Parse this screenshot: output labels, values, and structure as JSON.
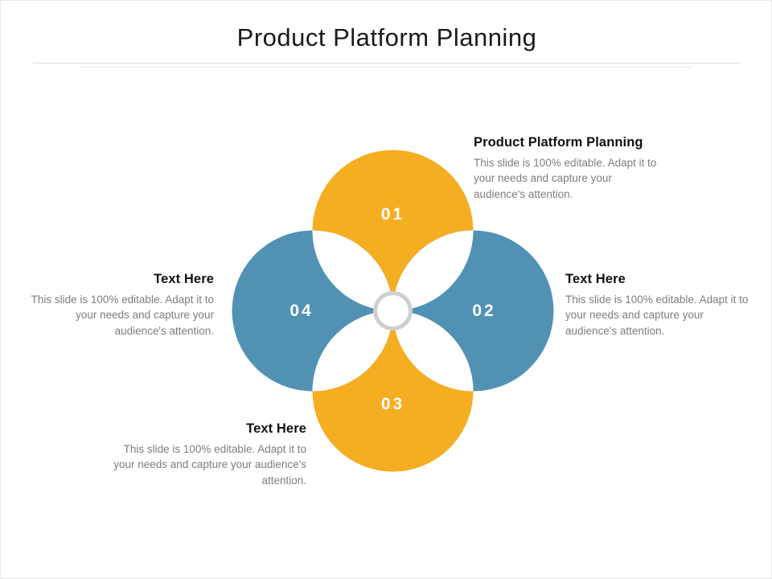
{
  "slide": {
    "title": "Product Platform Planning",
    "background_color": "#ffffff",
    "divider_color": "#d9d9d9"
  },
  "palette": {
    "orange": "#F5AE22",
    "blue": "#5192B4",
    "white": "#ffffff",
    "ring_stroke": "#cfcfcf",
    "body_text": "#7d7d7d",
    "head_text": "#111111"
  },
  "diagram": {
    "type": "four-petal-overlapping-circles",
    "center_ring": {
      "shape": "circle-outline",
      "fill": "#ffffff",
      "stroke": "#cfcfcf"
    },
    "petals": [
      {
        "id": "01",
        "number": "01",
        "position": "top",
        "color": "#F5AE22"
      },
      {
        "id": "02",
        "number": "02",
        "position": "right",
        "color": "#5192B4"
      },
      {
        "id": "03",
        "number": "03",
        "position": "bottom",
        "color": "#F5AE22"
      },
      {
        "id": "04",
        "number": "04",
        "position": "left",
        "color": "#5192B4"
      }
    ]
  },
  "blocks": [
    {
      "id": "01",
      "heading": "Product Platform Planning",
      "body": "This slide is 100% editable. Adapt it to your needs and capture your audience's attention.",
      "align": "left"
    },
    {
      "id": "02",
      "heading": "Text Here",
      "body": "This slide is 100% editable. Adapt it to your needs and capture your audience's attention.",
      "align": "left"
    },
    {
      "id": "03",
      "heading": "Text Here",
      "body": "This slide is 100% editable. Adapt it to your needs and capture your audience's attention.",
      "align": "right"
    },
    {
      "id": "04",
      "heading": "Text Here",
      "body": "This slide is 100% editable. Adapt it to your needs and capture your audience's attention.",
      "align": "right"
    }
  ]
}
